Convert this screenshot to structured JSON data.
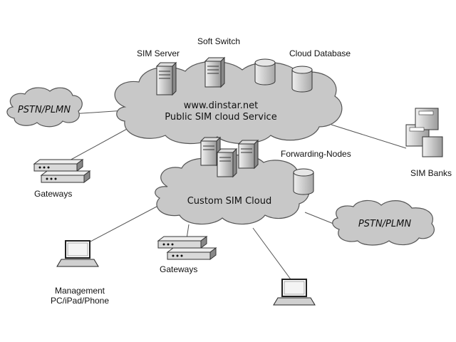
{
  "labels": {
    "sim_server": "SIM Server",
    "soft_switch": "Soft Switch",
    "cloud_database": "Cloud Database",
    "public_cloud_url": "www.dinstar.net",
    "public_cloud_name": "Public SIM cloud Service",
    "pstn_left": "PSTN/PLMN",
    "pstn_right": "PSTN/PLMN",
    "forwarding_nodes": "Forwarding-Nodes",
    "sim_banks": "SIM Banks",
    "gateways_left": "Gateways",
    "gateways_bottom": "Gateways",
    "custom_cloud": "Custom SIM Cloud",
    "management_line1": "Management",
    "management_line2": "PC/iPad/Phone"
  },
  "colors": {
    "cloud_fill": "#c8c8c8",
    "device_fill": "#d9d9d9",
    "outline": "#333333",
    "line": "#555555"
  },
  "icons": {
    "server": "server-tower-icon",
    "database": "database-cylinder-icon",
    "gateway": "gateway-box-icon",
    "laptop": "laptop-icon",
    "sim_bank": "sim-bank-icon"
  }
}
